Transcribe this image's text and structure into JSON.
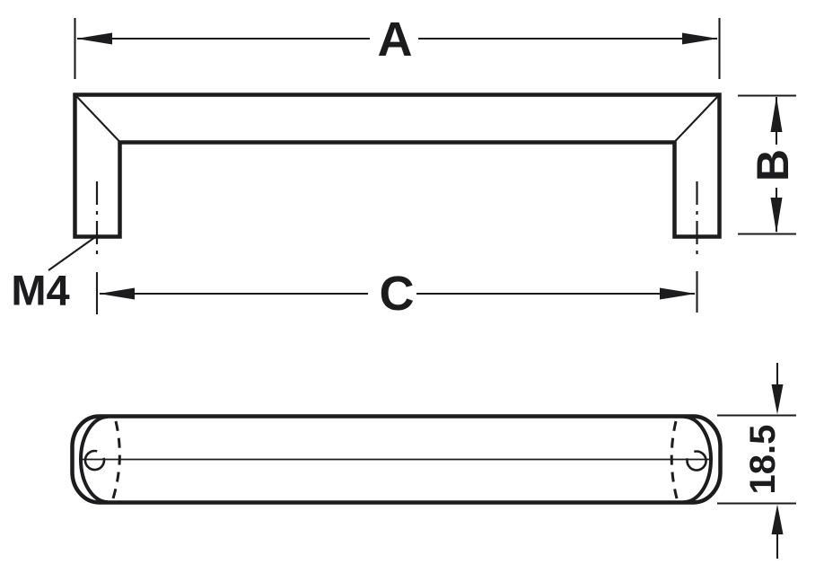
{
  "labels": {
    "dim_a": "A",
    "dim_b": "B",
    "dim_c": "C",
    "thread": "M4",
    "dim_depth": "18.5"
  },
  "colors": {
    "line": "#1c1c1f",
    "background": "#ffffff"
  }
}
